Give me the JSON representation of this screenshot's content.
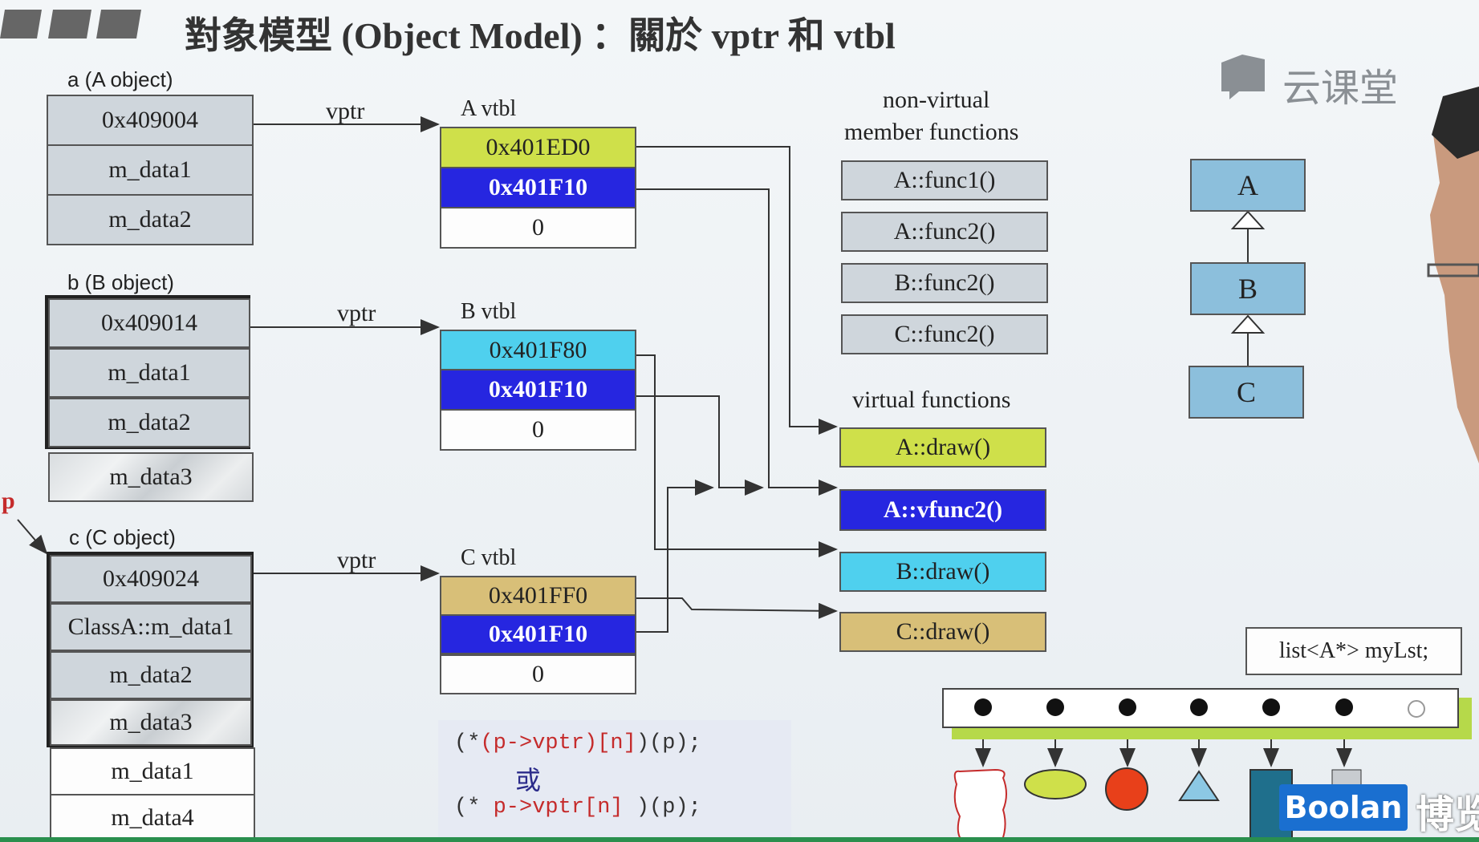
{
  "title": "對象模型 (Object Model) ：關於 vptr 和 vtbl",
  "watermark": "云课堂",
  "objects": {
    "a": {
      "label": "a (A object)",
      "vptr": "0x409004",
      "rows": [
        "m_data1",
        "m_data2"
      ]
    },
    "b": {
      "label": "b (B object)",
      "vptr": "0x409014",
      "rows": [
        "m_data1",
        "m_data2",
        "m_data3"
      ]
    },
    "c": {
      "label": "c (C object)",
      "vptr": "0x409024",
      "rows": [
        "ClassA::m_data1",
        "m_data2",
        "m_data3",
        "m_data1",
        "m_data4"
      ]
    }
  },
  "pointer_label": "p",
  "vptr_label": "vptr",
  "vtbls": {
    "a": {
      "label": "A vtbl",
      "entries": [
        "0x401ED0",
        "0x401F10",
        "0"
      ]
    },
    "b": {
      "label": "B vtbl",
      "entries": [
        "0x401F80",
        "0x401F10",
        "0"
      ]
    },
    "c": {
      "label": "C vtbl",
      "entries": [
        "0x401FF0",
        "0x401F10",
        "0"
      ]
    }
  },
  "non_virtual": {
    "heading_line1": "non-virtual",
    "heading_line2": "member functions",
    "items": [
      "A::func1()",
      "A::func2()",
      "B::func2()",
      "C::func2()"
    ]
  },
  "virtual": {
    "heading": "virtual functions",
    "items": [
      "A::draw()",
      "A::vfunc2()",
      "B::draw()",
      "C::draw()"
    ]
  },
  "hierarchy": [
    "A",
    "B",
    "C"
  ],
  "list_decl": "list<A*> myLst;",
  "code": {
    "line1_open": "(*",
    "line1_expr": "(p->vptr)[n]",
    "line1_close": ")(p);",
    "or": "或",
    "line2_open": "(*",
    "line2_expr": "p->vptr[n]",
    "line2_close": ")(p);"
  },
  "brand": "Boolan",
  "brand_cn": "博览",
  "colors": {
    "yellow": "#cfe04a",
    "blue": "#2626e0",
    "cyan": "#4fd0ee",
    "tan": "#d8bf78"
  }
}
